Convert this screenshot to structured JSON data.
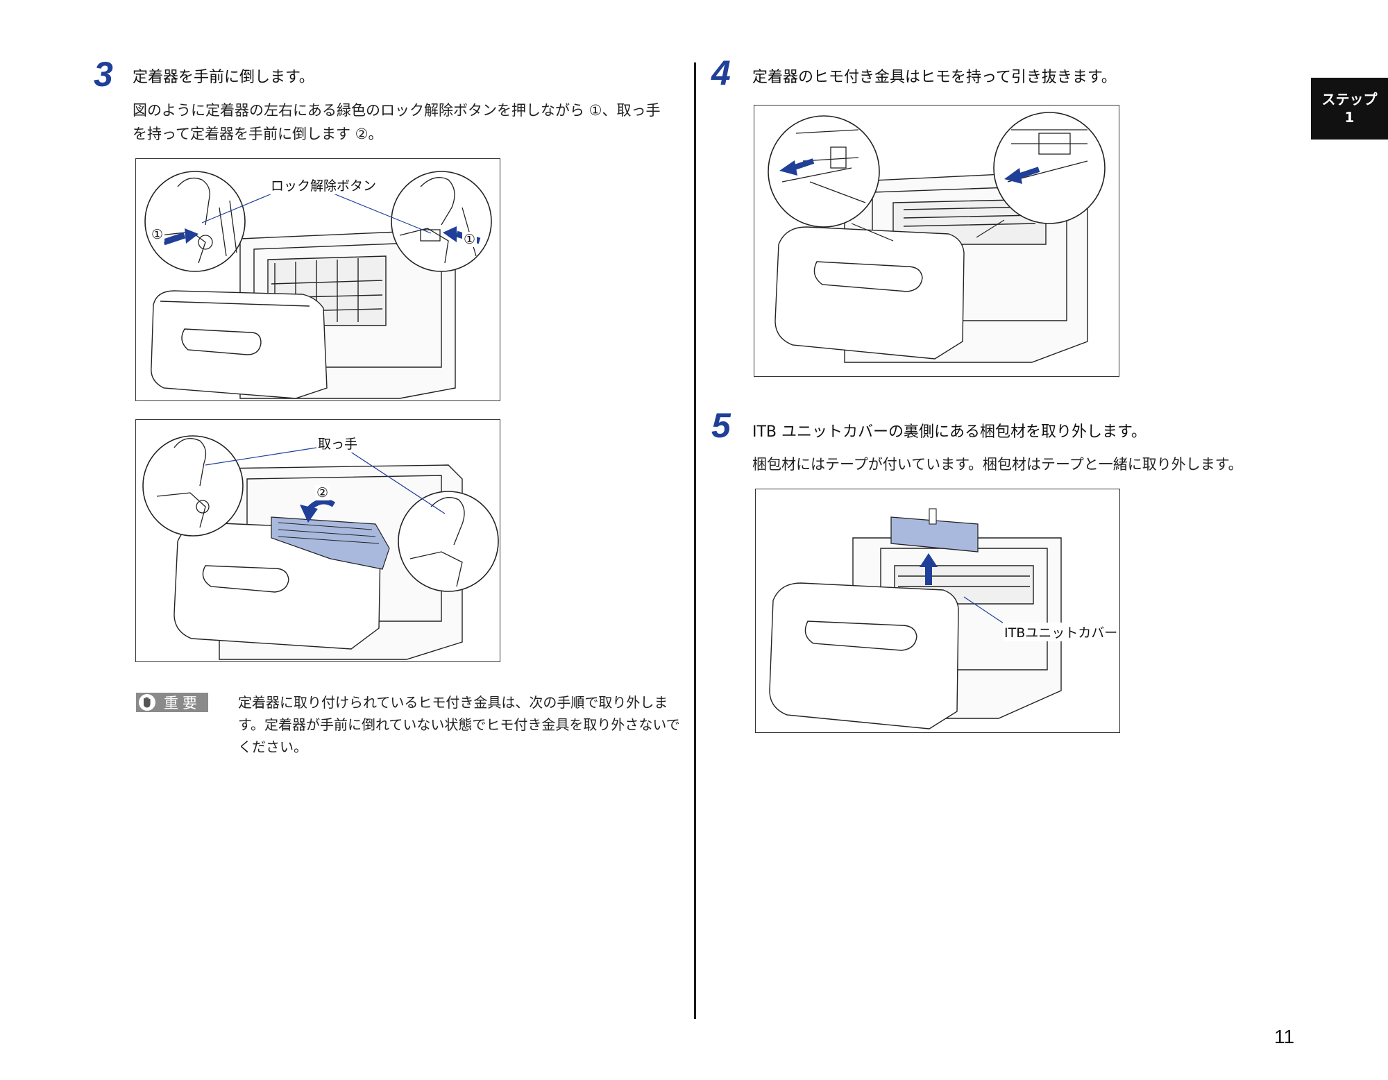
{
  "tab": {
    "line1": "ステップ",
    "line2": "1"
  },
  "steps": {
    "s3": {
      "number": "3",
      "title": "定着器を手前に倒します。",
      "line1": "図のように定着器の左右にある緑色のロック解除ボタンを押しながら ①、取っ手",
      "line2": "を持って定着器を手前に倒します ②。",
      "fig1_label": "ロック解除ボタン",
      "fig1_circle_left": "①",
      "fig1_circle_right": "①",
      "fig2_label": "取っ手",
      "fig2_circle": "②"
    },
    "s4": {
      "number": "4",
      "title": "定着器のヒモ付き金具はヒモを持って引き抜きます。"
    },
    "s5": {
      "number": "5",
      "title": "ITB ユニットカバーの裏側にある梱包材を取り外します。",
      "text": "梱包材にはテープが付いています。梱包材はテープと一緒に取り外します。",
      "fig_label": "ITBユニットカバー"
    }
  },
  "important": {
    "badge": "重要",
    "line1": "定着器に取り付けられているヒモ付き金具は、次の手順で取り外しま",
    "line2": "す。定着器が手前に倒れていない状態でヒモ付き金具を取り外さないで",
    "line3": "ください。"
  },
  "page_number": "11",
  "colors": {
    "accent": "#1f3f99",
    "highlight": "#a9b8dd",
    "tab": "#111111"
  }
}
